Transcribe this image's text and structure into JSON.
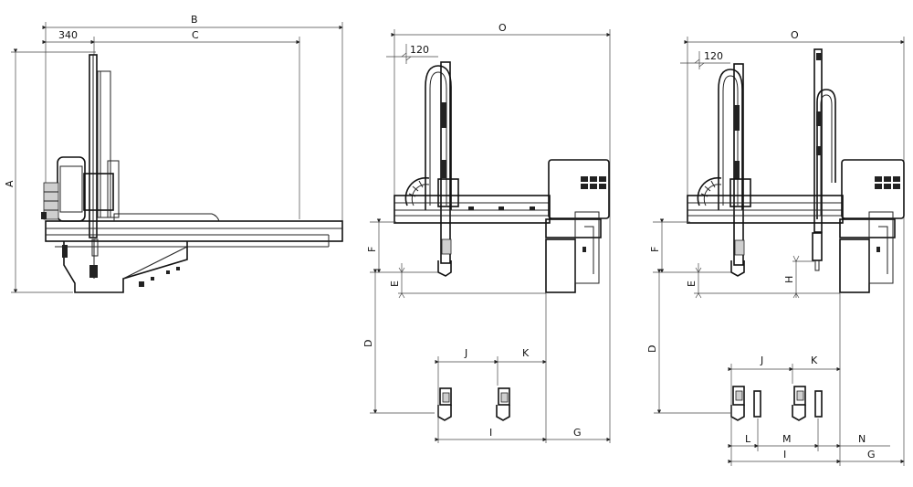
{
  "views": {
    "side": {
      "dims": {
        "B": "B",
        "C": "C",
        "A": "A",
        "w340": "340"
      }
    },
    "front_single": {
      "dims": {
        "O": "O",
        "w120": "120",
        "F": "F",
        "E": "E",
        "D": "D",
        "J": "J",
        "K": "K",
        "I": "I",
        "G": "G"
      }
    },
    "front_double": {
      "dims": {
        "O": "O",
        "w120": "120",
        "F": "F",
        "E": "E",
        "H": "H",
        "D": "D",
        "J": "J",
        "K": "K",
        "L": "L",
        "M": "M",
        "N": "N",
        "I": "I",
        "G": "G"
      }
    }
  },
  "colors": {
    "line": "#222222",
    "background": "#ffffff"
  }
}
